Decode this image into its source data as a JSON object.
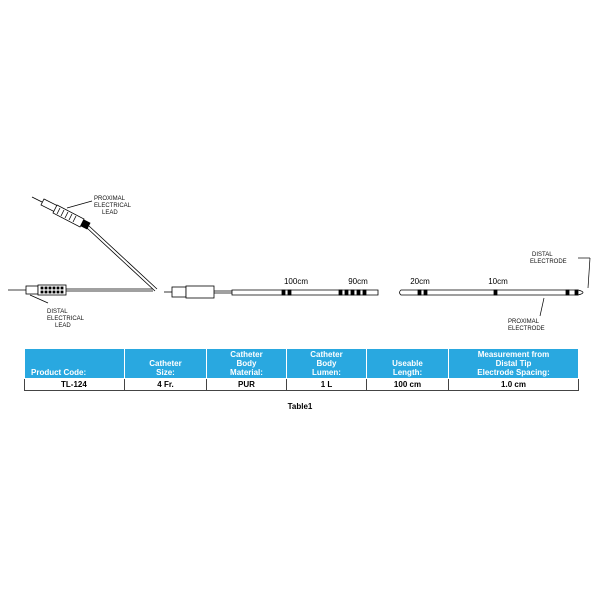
{
  "diagram": {
    "proximal_lead_label": [
      "PROXIMAL",
      "ELECTRICAL",
      "LEAD"
    ],
    "distal_lead_label": [
      "DISTAL",
      "ELECTRICAL",
      "LEAD"
    ],
    "distal_electrode_label": [
      "DISTAL",
      "ELECTRODE"
    ],
    "proximal_electrode_label": [
      "PROXIMAL",
      "ELECTRODE"
    ],
    "marks": [
      "100cm",
      "90cm",
      "20cm",
      "10cm"
    ]
  },
  "table": {
    "headers": [
      [
        "Product Code:"
      ],
      [
        "Catheter",
        "Size:"
      ],
      [
        "Catheter",
        "Body",
        "Material:"
      ],
      [
        "Catheter",
        "Body",
        "Lumen:"
      ],
      [
        "Useable",
        "Length:"
      ],
      [
        "Measurement from",
        "Distal Tip",
        "Electrode Spacing:"
      ]
    ],
    "rows": [
      [
        "TL-124",
        "4 Fr.",
        "PUR",
        "1 L",
        "100 cm",
        "1.0 cm"
      ]
    ],
    "header_color": "#29a8e0"
  },
  "caption": "Table1"
}
